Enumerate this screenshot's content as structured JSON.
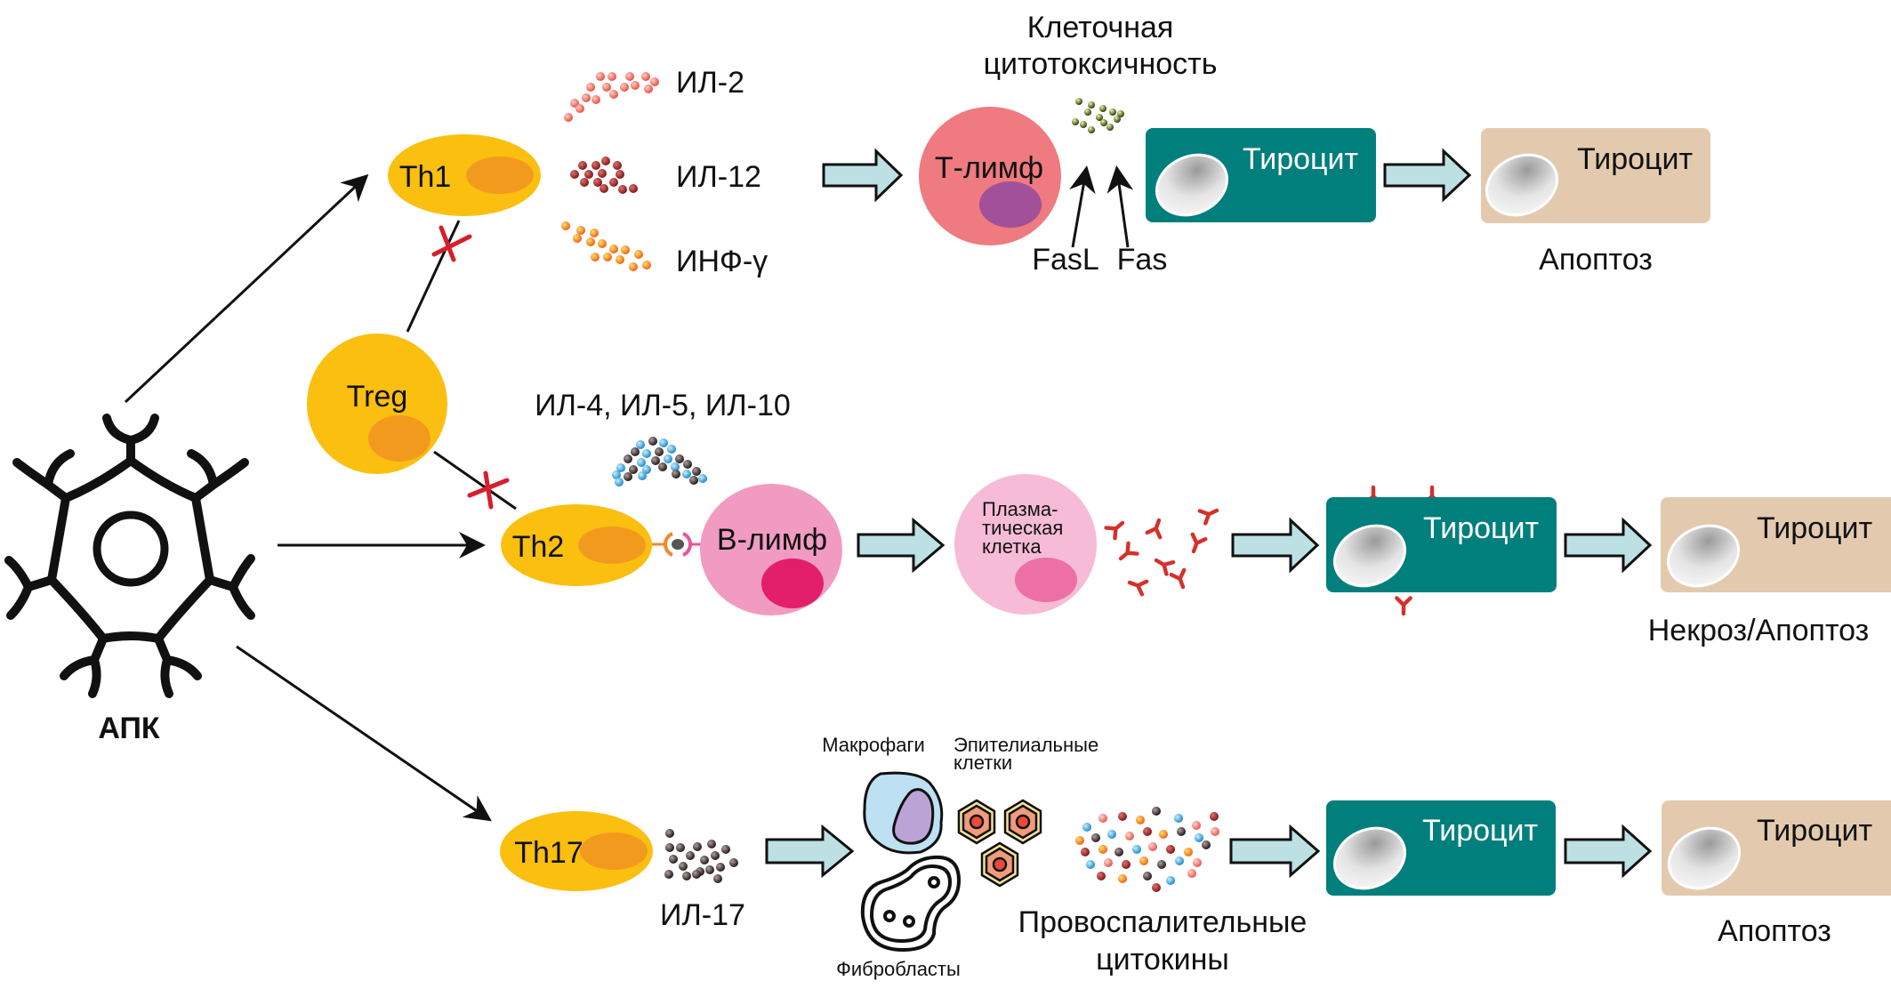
{
  "diagram": {
    "apc": {
      "label": "АПК"
    },
    "treg": {
      "label": "Treg"
    },
    "th1": {
      "label": "Th1",
      "cytokines": [
        {
          "label": "ИЛ-2",
          "color": "#F0564A"
        },
        {
          "label": "ИЛ-12",
          "color": "#8E1B1B"
        },
        {
          "label": "ИНФ-γ",
          "color": "#F08A1A"
        }
      ]
    },
    "cytotoxicity": {
      "title_line1": "Клеточная",
      "title_line2": "цитотоксичность",
      "t_lymph": "Т-лимф",
      "fasl": "FasL",
      "fas": "Fas"
    },
    "th2": {
      "label": "Th2",
      "cytokines_label": "ИЛ-4, ИЛ-5, ИЛ-10",
      "b_lymph": "В-лимф",
      "plasma_line1": "Плазма-",
      "plasma_line2": "тическая",
      "plasma_line3": "клетка"
    },
    "th17": {
      "label": "Th17",
      "cytokine_label": "ИЛ-17",
      "macrophages": "Макрофаги",
      "epithelial_line1": "Эпителиальные",
      "epithelial_line2": "клетки",
      "fibroblasts": "Фибробласты",
      "proinflammatory_line1": "Провоспалительные",
      "proinflammatory_line2": "цитокины"
    },
    "rows": [
      {
        "thyrocyte_label": "Тироцит",
        "damaged_label": "Тироцит",
        "outcome": "Апоптоз"
      },
      {
        "thyrocyte_label": "Тироцит",
        "damaged_label": "Тироцит",
        "outcome": "Некроз/Апоптоз"
      },
      {
        "thyrocyte_label": "Тироцит",
        "damaged_label": "Тироцит",
        "outcome": "Апоптоз"
      }
    ],
    "colors": {
      "th_cell": "#FBBF10",
      "th_nucleus": "#F29A1E",
      "t_lymph": "#EF7A80",
      "t_lymph_nucleus": "#A2509A",
      "b_lymph": "#F19BC2",
      "b_lymph_nucleus": "#E31E6B",
      "plasma": "#F6BBD6",
      "plasma_nucleus": "#EC6FA6",
      "thyrocyte": "#007F7C",
      "thyrocyte_damaged": "#E3CAAE",
      "block_arrow": "#BCE0E3",
      "inhibition": "#D71E2B",
      "antibody": "#D6302B"
    }
  }
}
